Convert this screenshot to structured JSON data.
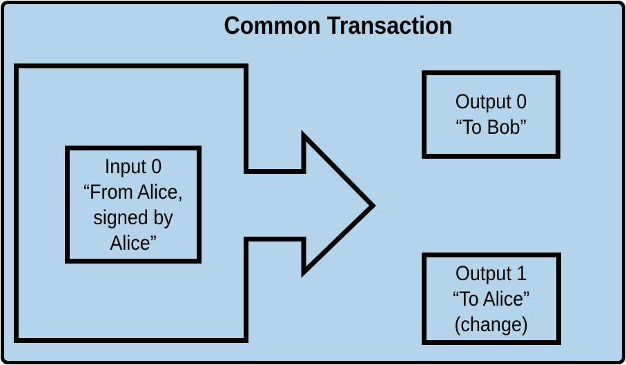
{
  "diagram": {
    "title": "Common Transaction",
    "colors": {
      "background": "#b3d4ea",
      "stroke": "#000000"
    },
    "input_box": {
      "line1": "Input 0",
      "line2": "“From Alice,",
      "line3": "signed by",
      "line4": "Alice”"
    },
    "output_boxes": [
      {
        "line1": "Output 0",
        "line2": "“To Bob”"
      },
      {
        "line1": "Output 1",
        "line2": "“To Alice”",
        "line3": "(change)"
      }
    ],
    "arrow": "right-arrow"
  }
}
